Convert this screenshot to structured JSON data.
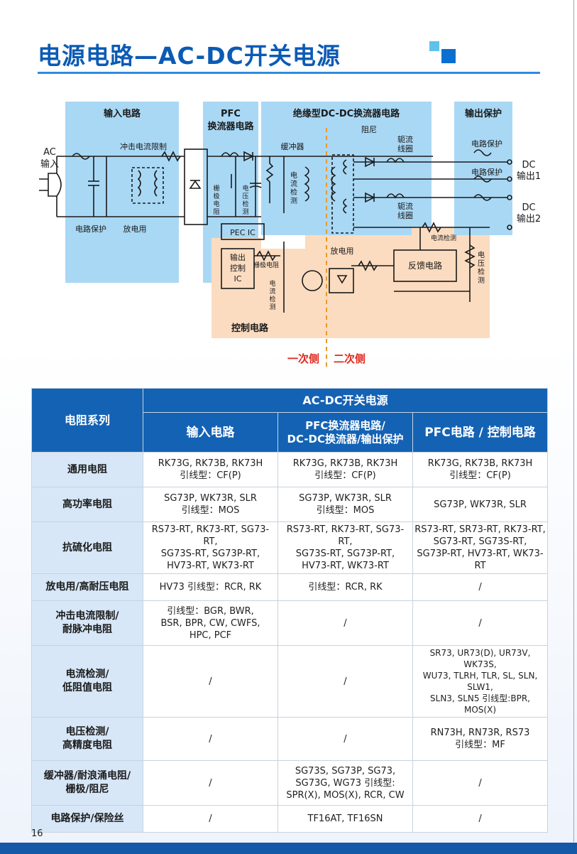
{
  "page": {
    "title": "电源电路—AC-DC开关电源",
    "page_number": "16",
    "colors": {
      "title_blue": "#0b5bb5",
      "header_blue": "#1462b4",
      "row_header_bg": "#d7e7f7",
      "region_blue": "#a9d8f5",
      "region_peach": "#fbdcc0",
      "primary_red": "#e0281f"
    }
  },
  "diagram": {
    "regions": {
      "input": "输入电路",
      "pfc_line1": "PFC",
      "pfc_line2": "换流器电路",
      "dcdc": "绝缘型DC-DC换流器电路",
      "output": "输出保护",
      "control": "控制电路"
    },
    "labels": {
      "ac_line1": "AC",
      "ac_line2": "输入",
      "inrush": "冲击电流限制",
      "circuit_protect": "电路保护",
      "discharge": "放电用",
      "gate_r_l1": "栅",
      "gate_r_l2": "极",
      "gate_r_l3": "电",
      "gate_r_l4": "阻",
      "vdet_a_l1": "电",
      "vdet_a_l2": "压",
      "vdet_a_l3": "检",
      "vdet_a_l4": "测",
      "pec_ic": "PEC IC",
      "snubber": "缓冲器",
      "idet_a_l1": "电",
      "idet_a_l2": "流",
      "idet_a_l3": "检",
      "idet_a_l4": "测",
      "damping": "阻尼",
      "choke1_l1": "轭流",
      "choke1_l2": "线圈",
      "choke2_l1": "轭流",
      "choke2_l2": "线圈",
      "discharge2": "放电用",
      "out_ctrl_l1": "输出",
      "out_ctrl_l2": "控制",
      "out_ctrl_l3": "IC",
      "gate_r2": "栅极电阻",
      "idet_b_l1": "电",
      "idet_b_l2": "流",
      "idet_b_l3": "检",
      "idet_b_l4": "测",
      "feedback": "反馈电路",
      "current_det": "电流检测",
      "vdet_b_l1": "电",
      "vdet_b_l2": "压",
      "vdet_b_l3": "检",
      "vdet_b_l4": "测",
      "circuit_protect_o1": "电路保护",
      "circuit_protect_o2": "电路保护",
      "dc1_l1": "DC",
      "dc1_l2": "输出1",
      "dc2_l1": "DC",
      "dc2_l2": "输出2",
      "primary": "一次侧",
      "secondary": "二次侧"
    }
  },
  "table": {
    "header": {
      "series": "电阻系列",
      "group": "AC-DC开关电源",
      "col1": "输入电路",
      "col2_l1": "PFC换流器电路/",
      "col2_l2": "DC-DC换流器/输出保护",
      "col3": "PFC电路 / 控制电路"
    },
    "rows": [
      {
        "name_l1": "通用电阻",
        "name_l2": "",
        "c1": [
          "RK73G, RK73B, RK73H",
          "引线型：CF(P)"
        ],
        "c2": [
          "RK73G, RK73B, RK73H",
          "引线型：CF(P)"
        ],
        "c3": [
          "RK73G, RK73B, RK73H",
          "引线型：CF(P)"
        ]
      },
      {
        "name_l1": "高功率电阻",
        "name_l2": "",
        "c1": [
          "SG73P, WK73R, SLR",
          "引线型：MOS"
        ],
        "c2": [
          "SG73P, WK73R, SLR",
          "引线型：MOS"
        ],
        "c3": [
          "SG73P, WK73R, SLR"
        ]
      },
      {
        "name_l1": "抗硫化电阻",
        "name_l2": "",
        "c1": [
          "RS73-RT, RK73-RT, SG73-RT,",
          "SG73S-RT, SG73P-RT,",
          "HV73-RT, WK73-RT"
        ],
        "c2": [
          "RS73-RT, RK73-RT, SG73-RT,",
          "SG73S-RT, SG73P-RT,",
          "HV73-RT, WK73-RT"
        ],
        "c3": [
          "RS73-RT, SR73-RT, RK73-RT,",
          "SG73-RT, SG73S-RT,",
          "SG73P-RT, HV73-RT, WK73-RT"
        ]
      },
      {
        "name_l1": "放电用/高耐压电阻",
        "name_l2": "",
        "c1": [
          "HV73   引线型：RCR, RK"
        ],
        "c2": [
          "引线型：RCR, RK"
        ],
        "c3": [
          "/"
        ]
      },
      {
        "name_l1": "冲击电流限制/",
        "name_l2": "耐脉冲电阻",
        "c1": [
          "引线型：BGR, BWR,",
          "BSR, BPR, CW, CWFS,",
          "HPC, PCF"
        ],
        "c2": [
          "/"
        ],
        "c3": [
          "/"
        ]
      },
      {
        "name_l1": "电流检测/",
        "name_l2": "低阻值电阻",
        "c1": [
          "/"
        ],
        "c2": [
          "/"
        ],
        "c3": [
          "SR73, UR73(D), UR73V, WK73S,",
          "WU73, TLRH, TLR, SL, SLN, SLW1,",
          "SLN3, SLN5  引线型:BPR, MOS(X)"
        ]
      },
      {
        "name_l1": "电压检测/",
        "name_l2": "高精度电阻",
        "c1": [
          "/"
        ],
        "c2": [
          "/"
        ],
        "c3": [
          "RN73H, RN73R, RS73",
          "引线型：MF"
        ]
      },
      {
        "name_l1": "缓冲器/耐浪涌电阻/",
        "name_l2": "栅极/阻尼",
        "c1": [
          "/"
        ],
        "c2": [
          "SG73S, SG73P, SG73,",
          "SG73G, WG73   引线型:",
          "SPR(X), MOS(X), RCR, CW"
        ],
        "c3": [
          "/"
        ]
      },
      {
        "name_l1": "电路保护/保险丝",
        "name_l2": "",
        "c1": [
          "/"
        ],
        "c2": [
          "TF16AT, TF16SN"
        ],
        "c3": [
          "/"
        ]
      }
    ]
  }
}
